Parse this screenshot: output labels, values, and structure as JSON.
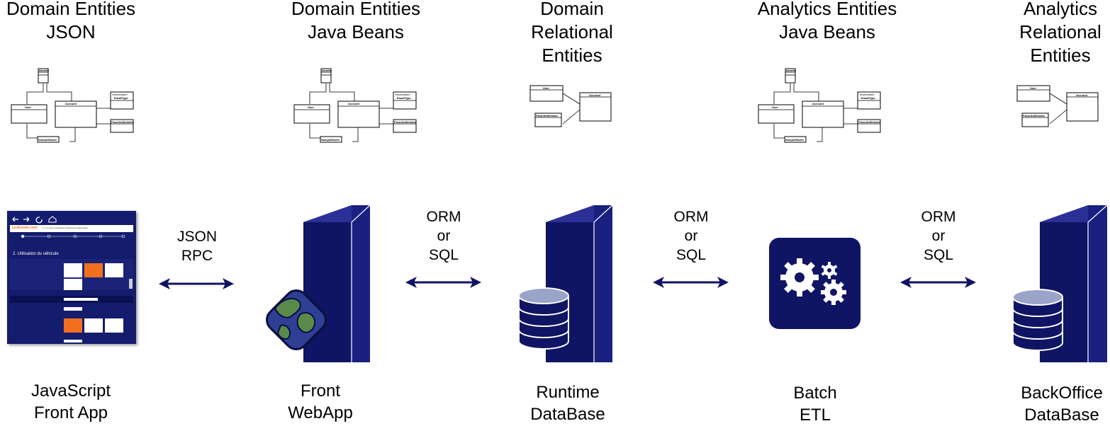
{
  "columns": [
    {
      "title": "Domain Entities\nJSON",
      "caption": "JavaScript\nFront App"
    },
    {
      "title": "Domain Entities\nJava Beans",
      "caption": "Front\nWebApp"
    },
    {
      "title": "Domain\nRelational\nEntities",
      "caption": "Runtime\nDataBase"
    },
    {
      "title": "Analytics Entities\nJava Beans",
      "caption": "Batch\nETL"
    },
    {
      "title": "Analytics\nRelational\nEntities",
      "caption": "BackOffice\nDataBase"
    }
  ],
  "connectors": [
    {
      "label": "JSON\nRPC"
    },
    {
      "label": "ORM\nor\nSQL"
    },
    {
      "label": "ORM\nor\nSQL"
    },
    {
      "label": "ORM\nor\nSQL"
    }
  ],
  "uml_full": {
    "identity": "Identity",
    "user": "User",
    "account": "Account",
    "enum_stereotype": "«enumeration»",
    "email_type": "EmailType",
    "favorite_website": "FavoriteWebsite",
    "sample_model": "SampleModel"
  },
  "uml_small": {
    "user": "User",
    "account": "Account",
    "favorite_website": "FavoriteWebsite"
  },
  "browser": {
    "logo": "LesFurets.com",
    "tagline": "Le n°1 de la comparaison d'assurance indépendant",
    "section": "2. Utilisation du véhicule"
  },
  "colors": {
    "navy": "#0f1464",
    "arrow": "#0f1464",
    "globe_land": "#5a8a4a",
    "globe_water": "#3a5aa8",
    "orange": "#f07020"
  },
  "icons": [
    "navigation-icons",
    "globe-icon",
    "database-icon",
    "gears-icon",
    "server-icon"
  ]
}
